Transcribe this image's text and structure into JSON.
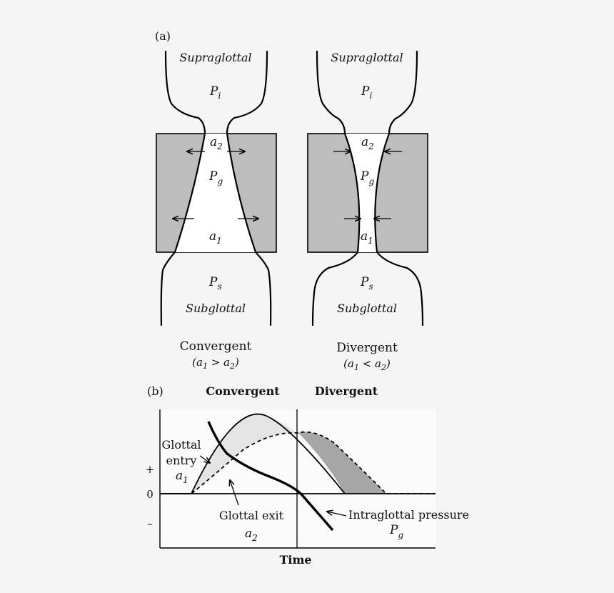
{
  "panel_a": {
    "label": "(a)",
    "left": {
      "supraglottal": "Supraglottal",
      "pi_base": "P",
      "pi_sub": "i",
      "a2_base": "a",
      "a2_sub": "2",
      "pg_base": "P",
      "pg_sub": "g",
      "a1_base": "a",
      "a1_sub": "1",
      "ps_base": "P",
      "ps_sub": "s",
      "subglottal": "Subglottal",
      "caption": "Convergent",
      "cond_open": "(a",
      "cond_sub1": "1",
      "cond_op": " > a",
      "cond_sub2": "2",
      "cond_close": ")"
    },
    "right": {
      "supraglottal": "Supraglottal",
      "pi_base": "P",
      "pi_sub": "i",
      "a2_base": "a",
      "a2_sub": "2",
      "pg_base": "P",
      "pg_sub": "g",
      "a1_base": "a",
      "a1_sub": "1",
      "ps_base": "P",
      "ps_sub": "s",
      "subglottal": "Subglottal",
      "caption": "Divergent",
      "cond_open": "(a",
      "cond_sub1": "1",
      "cond_op": " < a",
      "cond_sub2": "2",
      "cond_close": ")"
    }
  },
  "panel_b": {
    "label": "(b)",
    "convergent_header": "Convergent",
    "divergent_header": "Divergent",
    "y_plus": "+",
    "y_zero": "0",
    "y_minus": "–",
    "glottal_entry_line1": "Glottal",
    "glottal_entry_line2": "entry",
    "glottal_entry_sym_base": "a",
    "glottal_entry_sym_sub": "1",
    "glottal_exit": "Glottal exit",
    "glottal_exit_sym_base": "a",
    "glottal_exit_sym_sub": "2",
    "intraglottal": "Intraglottal pressure",
    "intraglottal_sym_base": "P",
    "intraglottal_sym_sub": "g",
    "x_label": "Time"
  },
  "colors": {
    "tissue": "#bdbdbd",
    "light_shade": "#e4e4e4",
    "dark_shade": "#a6a6a6",
    "background": "#f5f5f5"
  }
}
